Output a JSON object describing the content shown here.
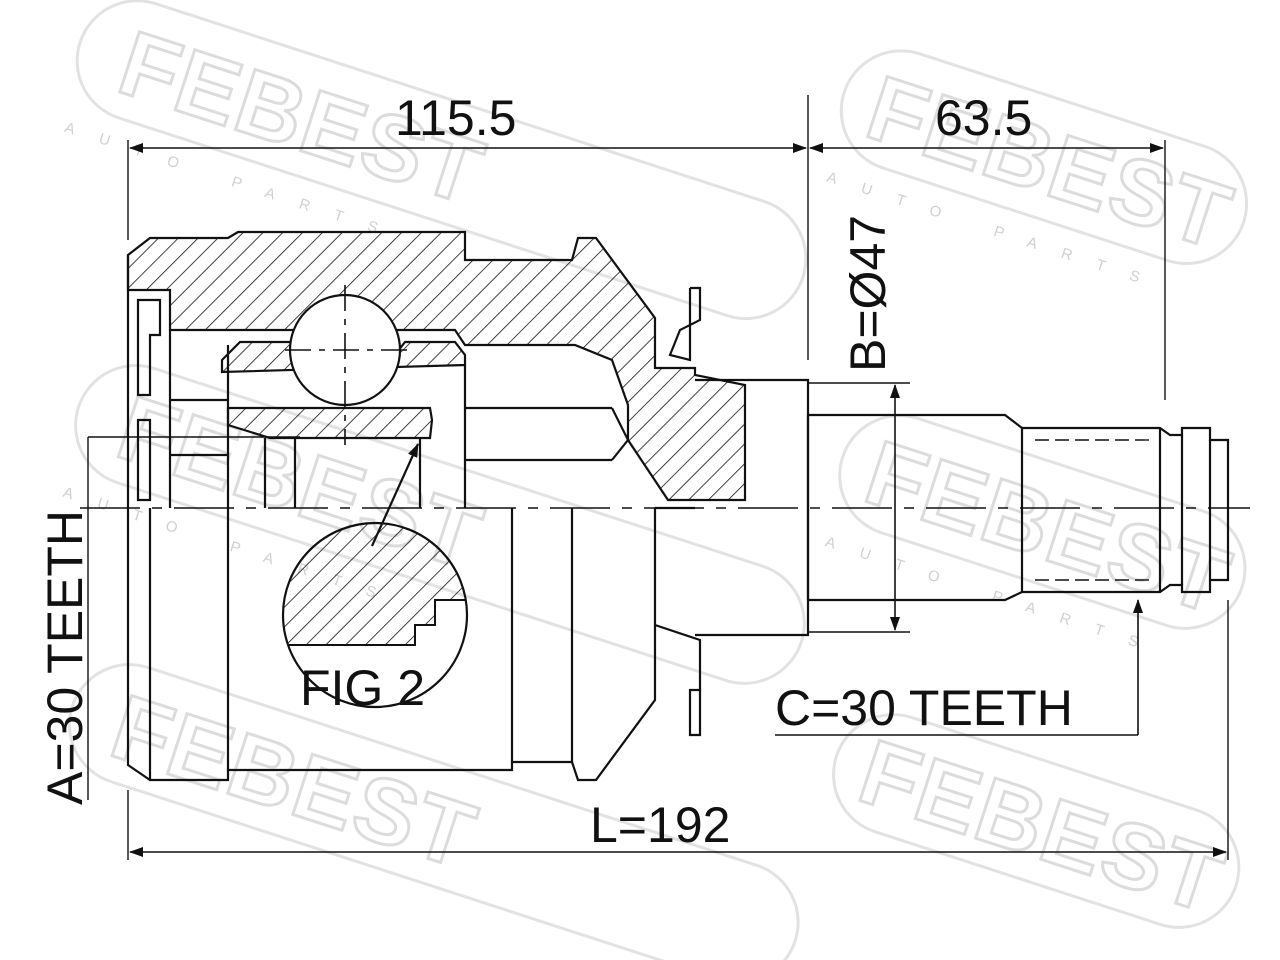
{
  "watermark": {
    "brand": "FEBEST",
    "tagline": "AUTO PARTS"
  },
  "dimensions": {
    "housing_length": "115.5",
    "shaft_length": "63.5",
    "shaft_diameter": "B=Ø47",
    "inner_spline": "A=30 TEETH",
    "outer_spline": "C=30 TEETH",
    "total_length": "L=192",
    "detail_label": "FIG 2"
  },
  "colors": {
    "line": "#111111",
    "watermark": "#dcdcdc"
  }
}
